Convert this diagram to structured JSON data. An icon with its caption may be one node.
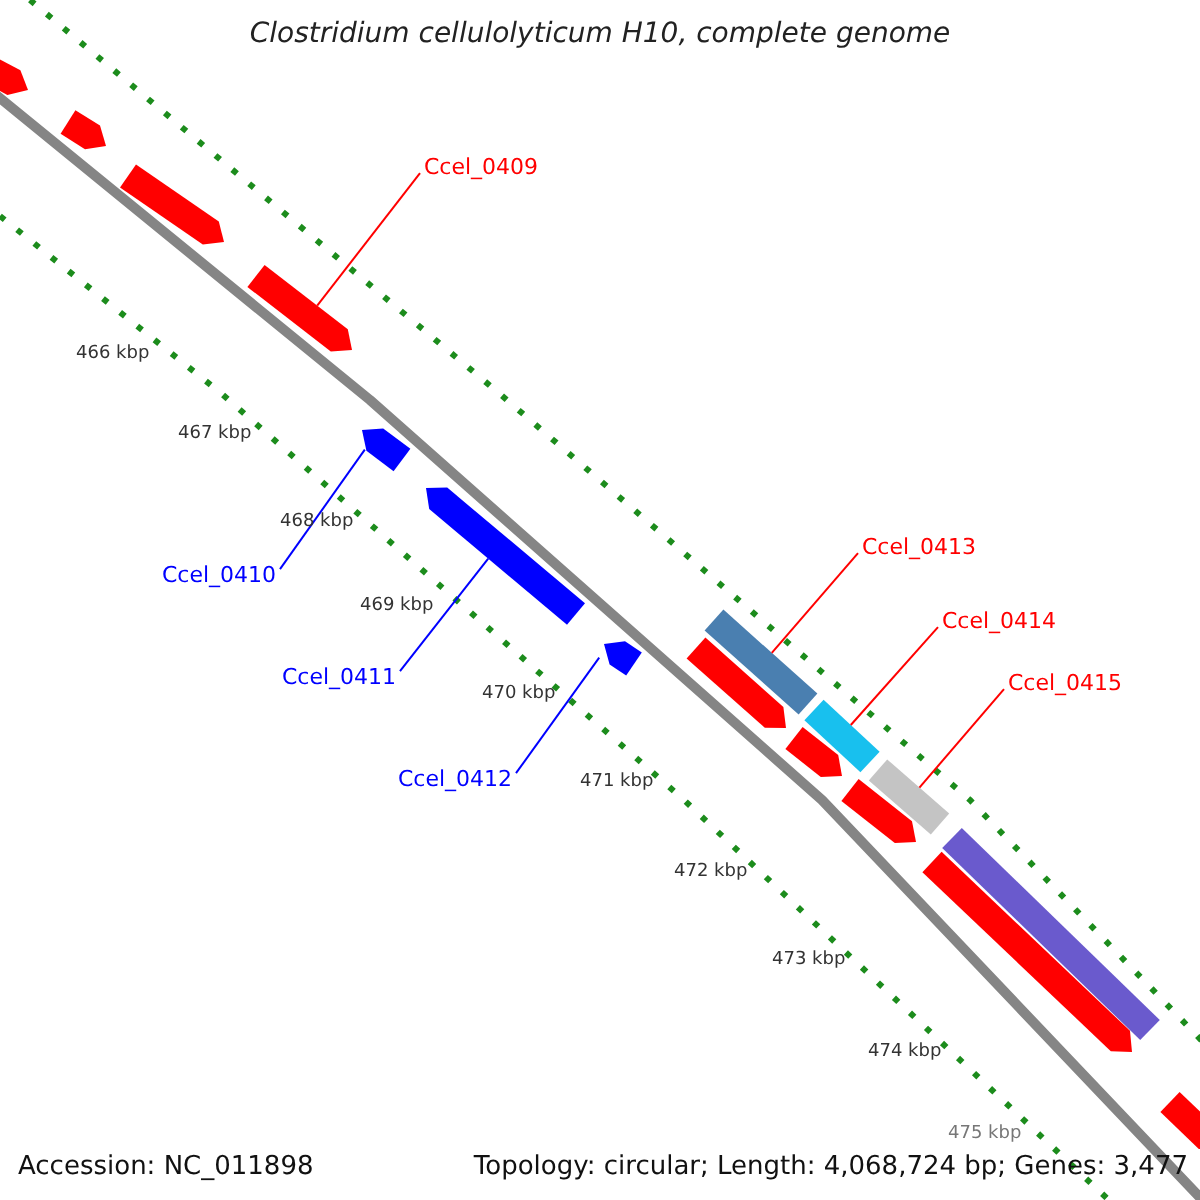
{
  "diagram": {
    "title": "Clostridium cellulolyticum H10, complete genome",
    "nodes": [
      {
        "text": [],
        "shape": "arrow"
      },
      {
        "text": [],
        "shape": "arrow"
      },
      {
        "text": [],
        "shape": "arrow"
      },
      {
        "text": [
          "Ccel_0409"
        ]
      },
      {
        "text": [],
        "shape": "arrow"
      },
      {
        "text": [
          "Ccel_0410"
        ]
      },
      {
        "text": [],
        "shape": "arrow"
      },
      {
        "text": [
          "Ccel_0411"
        ]
      },
      {
        "text": [],
        "shape": "arrow"
      },
      {
        "text": [
          "Ccel_0412"
        ]
      },
      {
        "text": [],
        "shape": "arrow"
      },
      {
        "text": [
          "Ccel_0413"
        ]
      },
      {
        "text": [],
        "shape": "bar"
      },
      {
        "text": [],
        "shape": "arrow"
      },
      {
        "text": [
          "Ccel_0414"
        ]
      },
      {
        "text": [],
        "shape": "bar"
      },
      {
        "text": [],
        "shape": "arrow"
      },
      {
        "text": [
          "Ccel_0415"
        ]
      },
      {
        "text": [],
        "shape": "bar"
      },
      {
        "text": [],
        "shape": "arrow"
      },
      {
        "text": [],
        "shape": "bar"
      },
      {
        "text": [],
        "shape": "arrow"
      },
      {
        "text": [],
        "shape": "arrow"
      }
    ],
    "edges": [
      {
        "from": 3,
        "to": 4,
        "arrow": "none"
      },
      {
        "from": 5,
        "to": 6,
        "arrow": "none",
        "color": "#0000ff"
      },
      {
        "from": 7,
        "to": 8,
        "arrow": "none",
        "color": "#0000ff"
      },
      {
        "from": 9,
        "to": 10,
        "arrow": "none",
        "color": "#0000ff"
      },
      {
        "from": 11,
        "to": 12,
        "arrow": "none"
      },
      {
        "from": 14,
        "to": 15,
        "arrow": "none"
      },
      {
        "from": 17,
        "to": 18,
        "arrow": "none"
      }
    ],
    "labels": [
      "466 kbp",
      "467 kbp",
      "468 kbp",
      "469 kbp",
      "470 kbp",
      "471 kbp",
      "472 kbp",
      "473 kbp",
      "474 kbp",
      "475 kbp",
      "Accession: NC_011898",
      "Topology: circular; Length: 4,068,724 bp; Genes: 3,477"
    ]
  }
}
